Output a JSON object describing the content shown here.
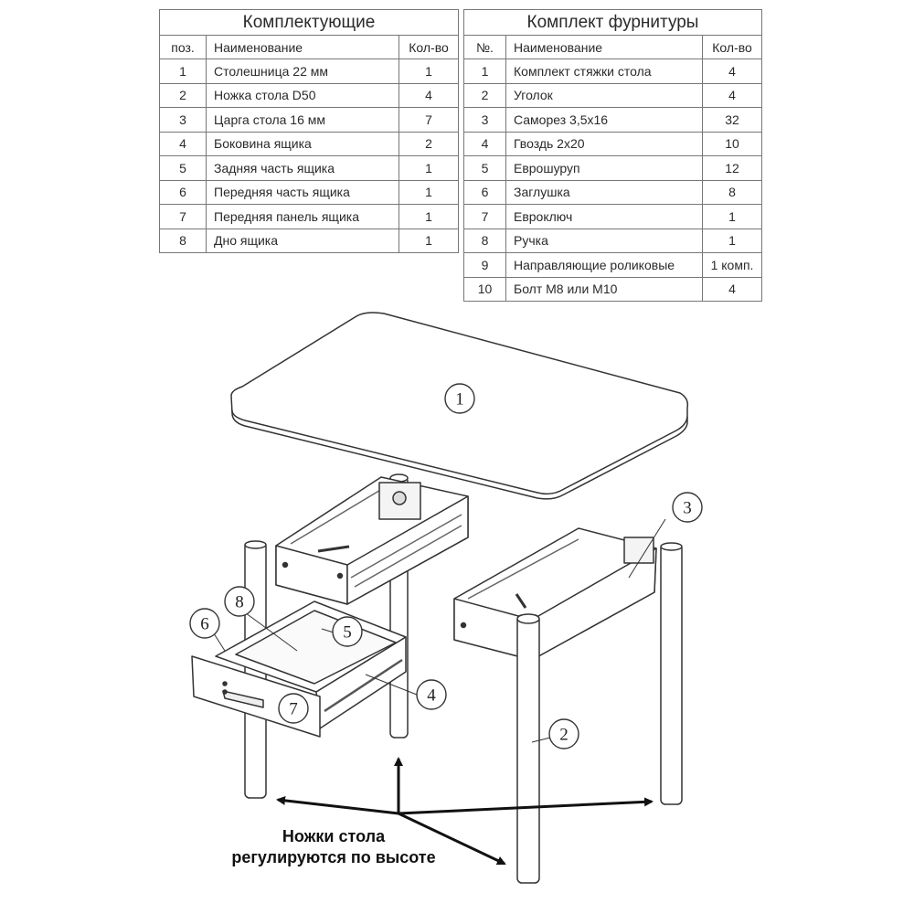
{
  "components_table": {
    "title": "Комплектующие",
    "headers": [
      "поз.",
      "Наименование",
      "Кол-во"
    ],
    "rows": [
      [
        "1",
        "Столешница 22 мм",
        "1"
      ],
      [
        "2",
        "Ножка стола D50",
        "4"
      ],
      [
        "3",
        "Царга стола 16 мм",
        "7"
      ],
      [
        "4",
        "Боковина ящика",
        "2"
      ],
      [
        "5",
        "Задняя часть ящика",
        "1"
      ],
      [
        "6",
        "Передняя часть ящика",
        "1"
      ],
      [
        "7",
        "Передняя панель ящика",
        "1"
      ],
      [
        "8",
        "Дно ящика",
        "1"
      ]
    ]
  },
  "hardware_table": {
    "title": "Комплект фурнитуры",
    "headers": [
      "№.",
      "Наименование",
      "Кол-во"
    ],
    "rows": [
      [
        "1",
        "Комплект стяжки стола",
        "4"
      ],
      [
        "2",
        "Уголок",
        "4"
      ],
      [
        "3",
        "Саморез 3,5х16",
        "32"
      ],
      [
        "4",
        "Гвоздь 2х20",
        "10"
      ],
      [
        "5",
        "Еврошуруп",
        "12"
      ],
      [
        "6",
        "Заглушка",
        "8"
      ],
      [
        "7",
        "Евроключ",
        "1"
      ],
      [
        "8",
        "Ручка",
        "1"
      ],
      [
        "9",
        "Направляющие роликовые",
        "1 комп."
      ],
      [
        "10",
        "Болт М8 или М10",
        "4"
      ]
    ]
  },
  "callouts": {
    "c1": "1",
    "c2": "2",
    "c3": "3",
    "c4": "4",
    "c5": "5",
    "c6": "6",
    "c7": "7",
    "c8": "8"
  },
  "note": {
    "line1": "Ножки стола",
    "line2": "регулируются по высоте"
  }
}
